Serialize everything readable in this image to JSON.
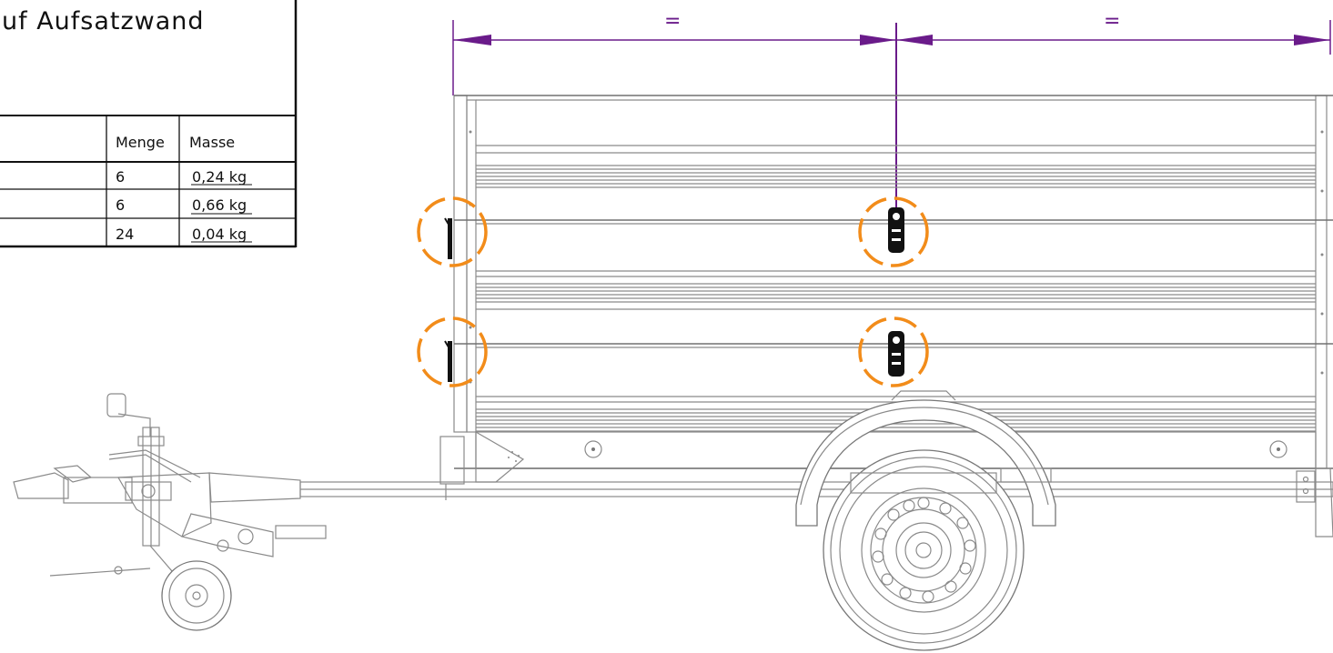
{
  "title_block": {
    "heading": "uf Aufsatzwand"
  },
  "parts_table": {
    "headers": [
      "Menge",
      "Masse"
    ],
    "rows": [
      {
        "menge": "6",
        "masse": "0,24 kg"
      },
      {
        "menge": "6",
        "masse": "0,66 kg"
      },
      {
        "menge": "24",
        "masse": "0,04 kg"
      }
    ]
  },
  "dimension": {
    "left_label": "=",
    "right_label": "=",
    "color": "#6a1b8a"
  },
  "markers": {
    "color": "#f28c1a",
    "items": [
      "hinge-marker",
      "hinge-marker",
      "latch-marker",
      "latch-marker"
    ]
  }
}
